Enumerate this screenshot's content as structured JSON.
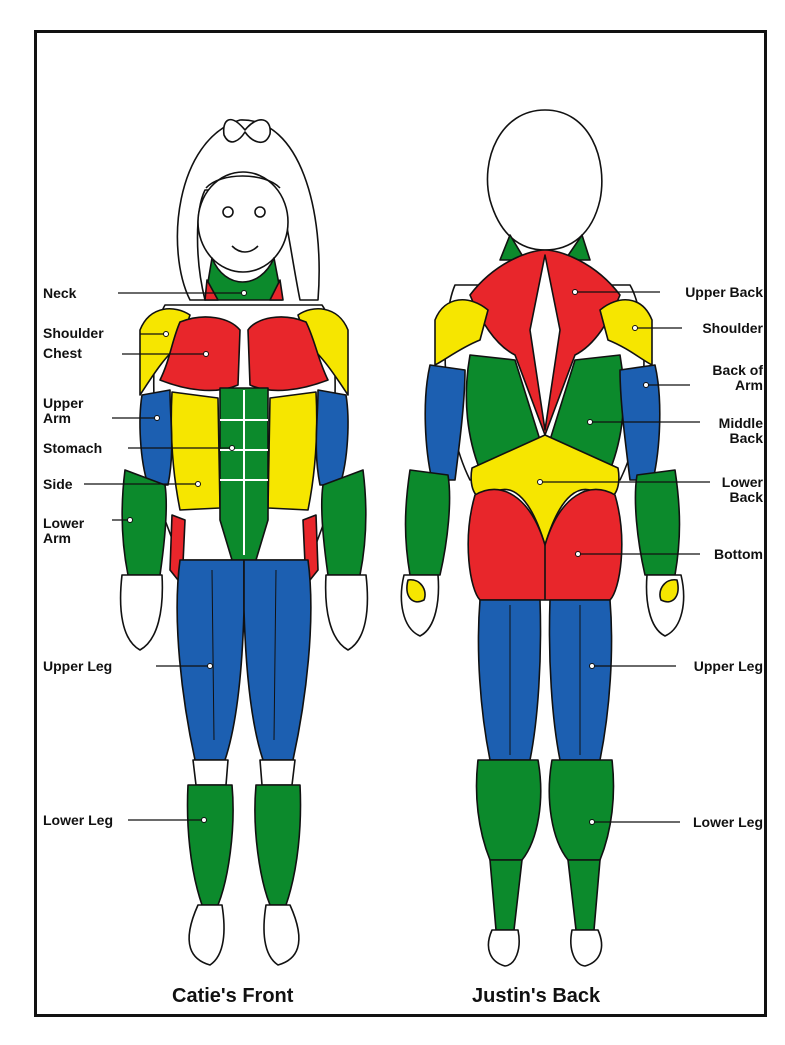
{
  "colors": {
    "red": "#e8262b",
    "yellow": "#f6e600",
    "green": "#0c8a2c",
    "blue": "#1c5fb1",
    "outline": "#111111",
    "skin": "#ffffff"
  },
  "front": {
    "caption": "Catie's Front",
    "labels": {
      "neck": "Neck",
      "shoulder": "Shoulder",
      "chest": "Chest",
      "upper_arm": "Upper\nArm",
      "stomach": "Stomach",
      "side": "Side",
      "lower_arm": "Lower\nArm",
      "upper_leg": "Upper Leg",
      "lower_leg": "Lower Leg"
    }
  },
  "back": {
    "caption": "Justin's Back",
    "labels": {
      "upper_back": "Upper Back",
      "shoulder": "Shoulder",
      "back_of_arm": "Back of\nArm",
      "middle_back": "Middle\nBack",
      "lower_back": "Lower\nBack",
      "bottom": "Bottom",
      "upper_leg": "Upper Leg",
      "lower_leg": "Lower Leg"
    }
  }
}
